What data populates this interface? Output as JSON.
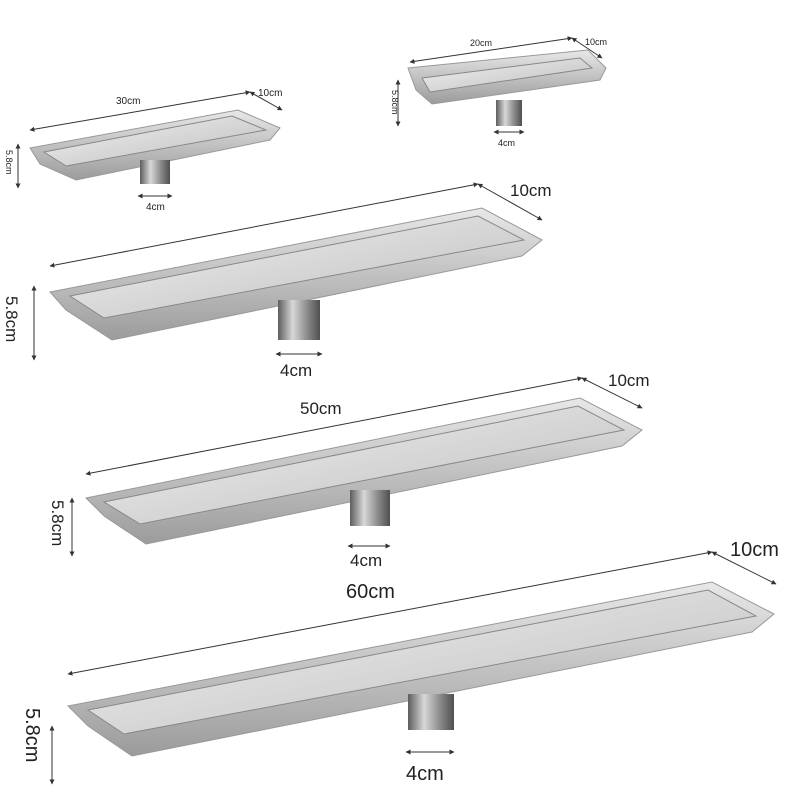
{
  "drains": [
    {
      "id": "d20",
      "length": "20cm",
      "width": "10cm",
      "height": "5.8cm",
      "pipe": "4cm"
    },
    {
      "id": "d30",
      "length": "30cm",
      "width": "10cm",
      "height": "5.8cm",
      "pipe": "4cm"
    },
    {
      "id": "d40",
      "length": "",
      "width": "10cm",
      "height": "5.8cm",
      "pipe": "4cm"
    },
    {
      "id": "d50",
      "length": "50cm",
      "width": "10cm",
      "height": "5.8cm",
      "pipe": "4cm"
    },
    {
      "id": "d60",
      "length": "60cm",
      "width": "10cm",
      "height": "5.8cm",
      "pipe": "4cm"
    }
  ],
  "colors": {
    "steel_light": "#eeeeee",
    "steel_mid": "#c9c9c9",
    "steel_dark": "#8d8d8d",
    "rim": "#9a9a9a",
    "dimension_line": "#333333"
  }
}
